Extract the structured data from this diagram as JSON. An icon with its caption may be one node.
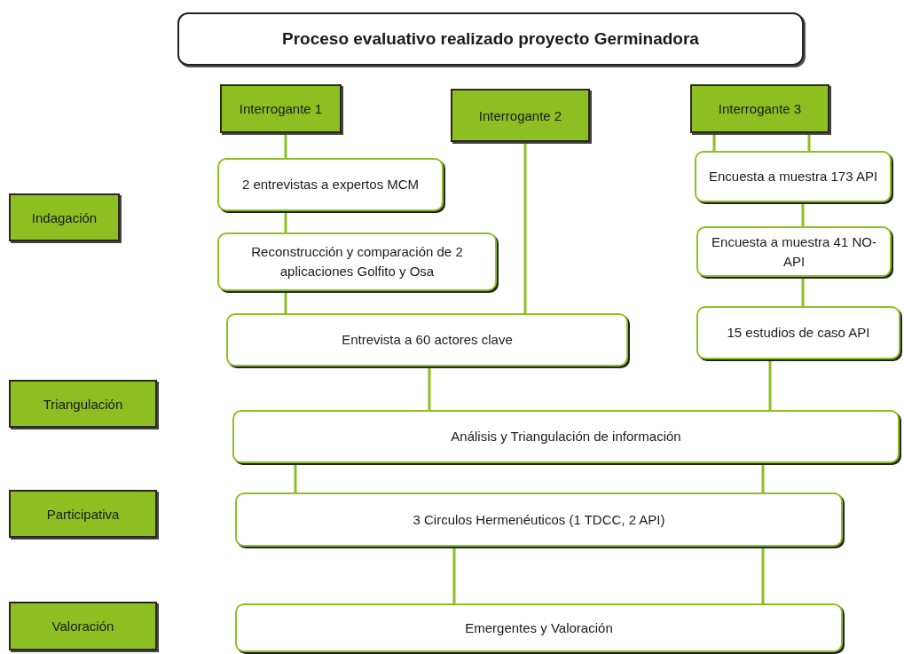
{
  "diagram": {
    "nodes": [
      {
        "text": [
          "Proceso evaluativo realizado proyecto Germinadora"
        ]
      },
      {
        "text": [
          "Interrogante 1"
        ]
      },
      {
        "text": [
          "Interrogante 2"
        ]
      },
      {
        "text": [
          "Interrogante 3"
        ]
      },
      {
        "text": [
          "Indagación"
        ]
      },
      {
        "text": [
          "2 entrevistas a expertos MCM"
        ]
      },
      {
        "text": [
          "Encuesta a muestra 173 API"
        ]
      },
      {
        "text": [
          "Reconstrucción y comparación de 2 aplicaciones Golfito y Osa"
        ]
      },
      {
        "text": [
          "Encuesta a muestra 41 NO-API"
        ]
      },
      {
        "text": [
          "Entrevista a 60 actores clave"
        ]
      },
      {
        "text": [
          "15 estudios de caso API"
        ]
      },
      {
        "text": [
          "Triangulación"
        ]
      },
      {
        "text": [
          "Análisis y Triangulación de información"
        ]
      },
      {
        "text": [
          "Participativa"
        ]
      },
      {
        "text": [
          "3 Circulos Hermenéuticos (1 TDCC, 2 API)"
        ]
      },
      {
        "text": [
          "Valoración"
        ]
      },
      {
        "text": [
          "Emergentes y Valoración"
        ]
      }
    ],
    "edges": [
      {
        "from": 1,
        "to": 5,
        "arrow": "none"
      },
      {
        "from": 5,
        "to": 7,
        "arrow": "none"
      },
      {
        "from": 7,
        "to": 9,
        "arrow": "none"
      },
      {
        "from": 2,
        "to": 9,
        "arrow": "none"
      },
      {
        "from": 3,
        "to": 6,
        "arrow": "none"
      },
      {
        "from": 3,
        "to": 6,
        "arrow": "none"
      },
      {
        "from": 6,
        "to": 8,
        "arrow": "none"
      },
      {
        "from": 8,
        "to": 10,
        "arrow": "none"
      },
      {
        "from": 9,
        "to": 12,
        "arrow": "none"
      },
      {
        "from": 10,
        "to": 12,
        "arrow": "none"
      },
      {
        "from": 12,
        "to": 14,
        "arrow": "none"
      },
      {
        "from": 12,
        "to": 14,
        "arrow": "none"
      },
      {
        "from": 14,
        "to": 16,
        "arrow": "none"
      },
      {
        "from": 14,
        "to": 16,
        "arrow": "none"
      }
    ]
  }
}
